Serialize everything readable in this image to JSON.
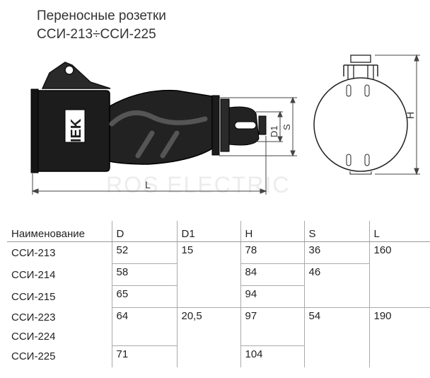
{
  "title": {
    "line1": "Переносные розетки",
    "line2": "ССИ-213÷ССИ-225"
  },
  "drawing": {
    "brand": "IEK",
    "watermark": "ROS ELECTRIC",
    "labels": {
      "L": "L",
      "D1": "D1",
      "S": "S",
      "H": "H"
    }
  },
  "table": {
    "headers": [
      "Наименование",
      "D",
      "D1",
      "H",
      "S",
      "L"
    ],
    "rows": [
      {
        "name": "ССИ-213",
        "D": "52",
        "D1": "15",
        "H": "78",
        "S": "36",
        "L": "160"
      },
      {
        "name": "ССИ-214",
        "D": "58",
        "D1": "",
        "H": "84",
        "S": "46",
        "L": ""
      },
      {
        "name": "ССИ-215",
        "D": "65",
        "D1": "",
        "H": "94",
        "S": "",
        "L": ""
      },
      {
        "name": "ССИ-223",
        "D": "64",
        "D1": "20,5",
        "H": "97",
        "S": "54",
        "L": "190"
      },
      {
        "name": "ССИ-224",
        "D": "",
        "D1": "",
        "H": "",
        "S": "",
        "L": ""
      },
      {
        "name": "ССИ-225",
        "D": "71",
        "D1": "",
        "H": "104",
        "S": "",
        "L": ""
      }
    ]
  },
  "colors": {
    "body": "#1c1c1c",
    "accent": "#555555",
    "line": "#444444"
  }
}
